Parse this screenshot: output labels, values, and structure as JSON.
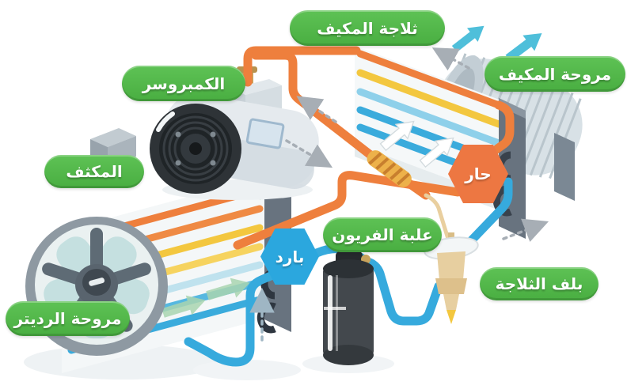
{
  "diagram_title": "car-air-conditioning-cycle",
  "labels": {
    "evaporator": "ثلاجة المكيف",
    "ac_fan": "مروحة المكيف",
    "compressor": "الكمبروسر",
    "condenser": "المكثف",
    "radiator_fan": "مروحة الرديتر",
    "freon_can": "علبة الفريون",
    "valve": "بلف الثلاجة"
  },
  "badges": {
    "hot": "حار",
    "cold": "بارد"
  },
  "colors": {
    "label_green": "#53b84a",
    "hot_orange": "#ed7742",
    "cold_blue": "#2ba7de",
    "pipe_hot": "#ee7f3d",
    "pipe_cold": "#36aadd",
    "pipe_warm_yellow": "#f3c73f",
    "background": "#ffffff"
  },
  "icons": [
    "airflow-out-arrow-icon",
    "airflow-through-arrow-icon",
    "flow-direction-arrow-icon"
  ]
}
